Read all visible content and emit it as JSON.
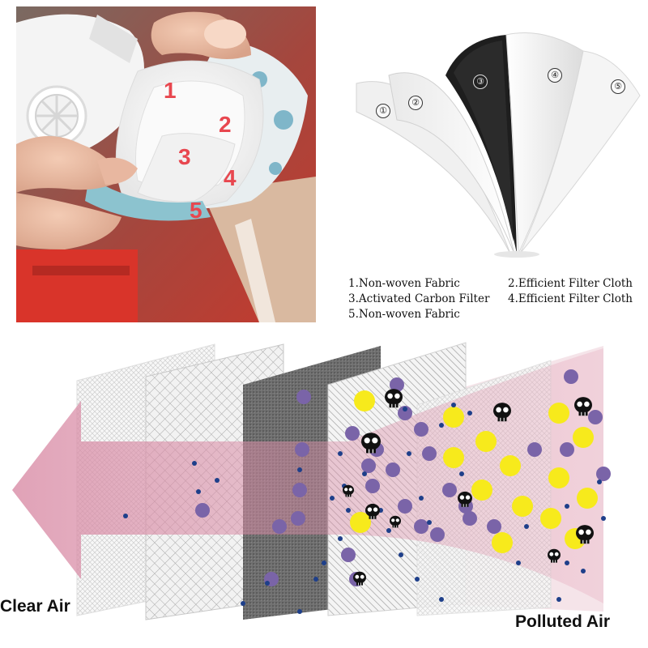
{
  "photo": {
    "layer_numbers": [
      "1",
      "2",
      "3",
      "4",
      "5"
    ]
  },
  "fabric_diagram": {
    "circled_numbers": [
      "①",
      "②",
      "③",
      "④",
      "⑤"
    ]
  },
  "legend": {
    "item1": "1.Non-woven Fabric",
    "item2": "2.Efficient Filter Cloth",
    "item3": "3.Activated Carbon Filter",
    "item4": "4.Efficient Filter Cloth",
    "item5": "5.Non-woven Fabric"
  },
  "filtration": {
    "left_label": "Clear Air",
    "right_label": "Polluted Air"
  },
  "colors": {
    "number_red": "#e8474f",
    "air_flow_pink": "#d98ca6",
    "particle_purple": "#7a64a8",
    "particle_yellow": "#f7ea1c",
    "particle_navy": "#1e3f8a",
    "carbon_grey": "#6e6e6e"
  }
}
